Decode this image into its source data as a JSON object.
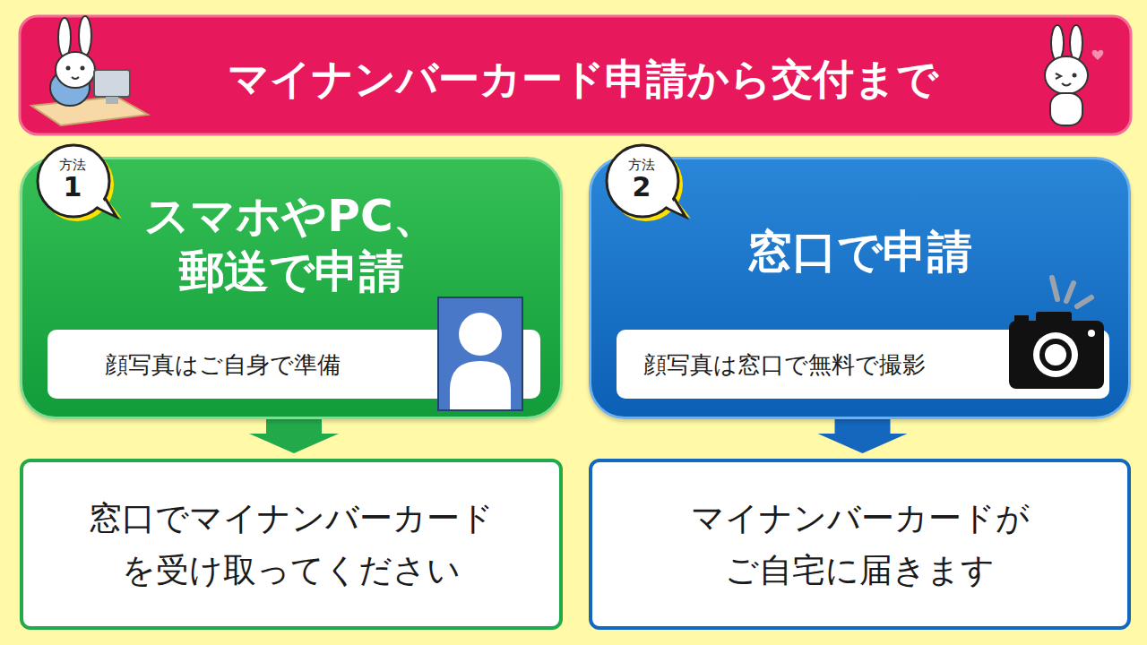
{
  "diagram": {
    "title": "マイナンバーカード申請から交付まで",
    "nodes": [
      {
        "text": [
          "方法",
          "1"
        ]
      },
      {
        "text": [
          "スマホやPC、 郵送で申請"
        ]
      },
      {
        "text": [
          "顔写真はご自身で準備"
        ],
        "in": 1
      },
      {
        "text": [
          "窓口でマイナンバーカード を受け取ってください"
        ]
      },
      {
        "text": [
          "方法",
          "2"
        ]
      },
      {
        "text": [
          "窓口で申請"
        ]
      },
      {
        "text": [
          "顔写真は窓口で無料で撮影"
        ],
        "in": 5
      },
      {
        "text": [
          "マイナンバーカードが ご自宅に届きます"
        ]
      }
    ],
    "edges": [
      {
        "from": 1,
        "to": 3,
        "arrow": "to"
      },
      {
        "from": 5,
        "to": 7,
        "arrow": "to"
      }
    ]
  }
}
